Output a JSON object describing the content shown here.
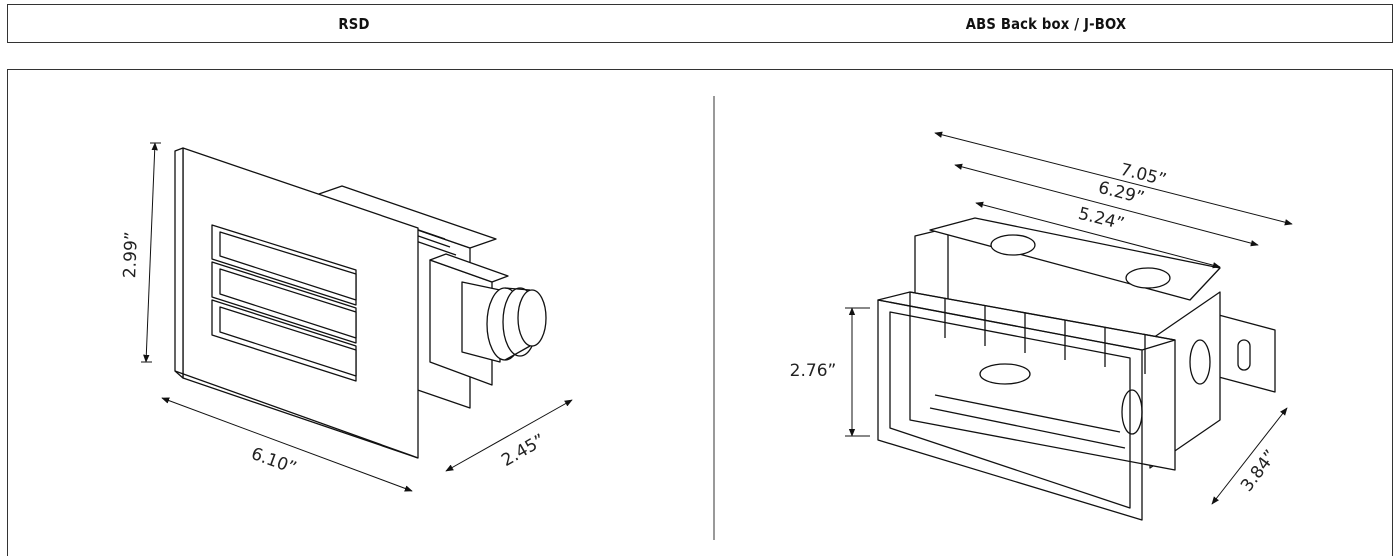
{
  "header": {
    "left_title": "RSD",
    "right_title": "ABS Back box / J-BOX"
  },
  "rsd": {
    "height": "2.99”",
    "width": "6.10”",
    "depth": "2.45”"
  },
  "jbox": {
    "overall_width": "7.05”",
    "mid_width": "6.29”",
    "inner_width": "5.24”",
    "height": "2.76”",
    "depth": "3.84”"
  }
}
